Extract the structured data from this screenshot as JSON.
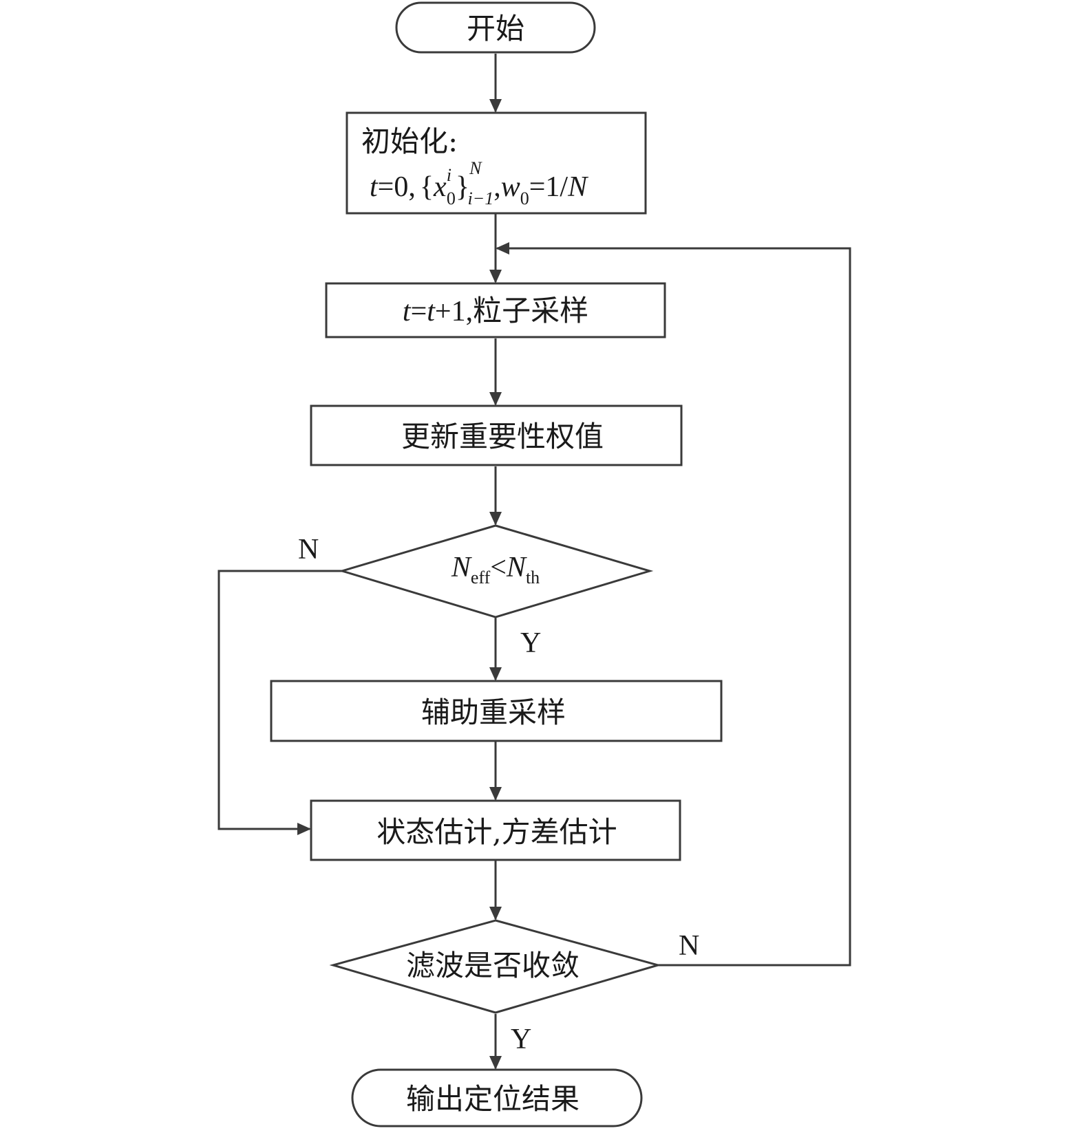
{
  "nodes": {
    "start": "开始",
    "init_title": "初始化:",
    "init_formula": {
      "t": "t",
      "eq0": "=0,",
      "lbrace": "{",
      "x": "x",
      "sup_i": "i",
      "sub_0": "0",
      "rbrace": "}",
      "sup_N": "N",
      "sub_range": "i−1",
      "comma": ",",
      "w": "w",
      "sub_w0": "0",
      "eq1": "=1/",
      "N": "N"
    },
    "sample": {
      "t1": "t",
      "eq": "=",
      "t2": "t",
      "rest": "+1,粒子采样"
    },
    "update": "更新重要性权值",
    "cond1": {
      "N1": "N",
      "sub_eff": "eff",
      "lt": "<",
      "N2": "N",
      "sub_th": "th"
    },
    "resample": "辅助重采样",
    "estimate": "状态估计,方差估计",
    "cond2": "滤波是否收敛",
    "end": "输出定位结果"
  },
  "edge_labels": {
    "cond1_no": "N",
    "cond1_yes": "Y",
    "cond2_no": "N",
    "cond2_yes": "Y"
  }
}
